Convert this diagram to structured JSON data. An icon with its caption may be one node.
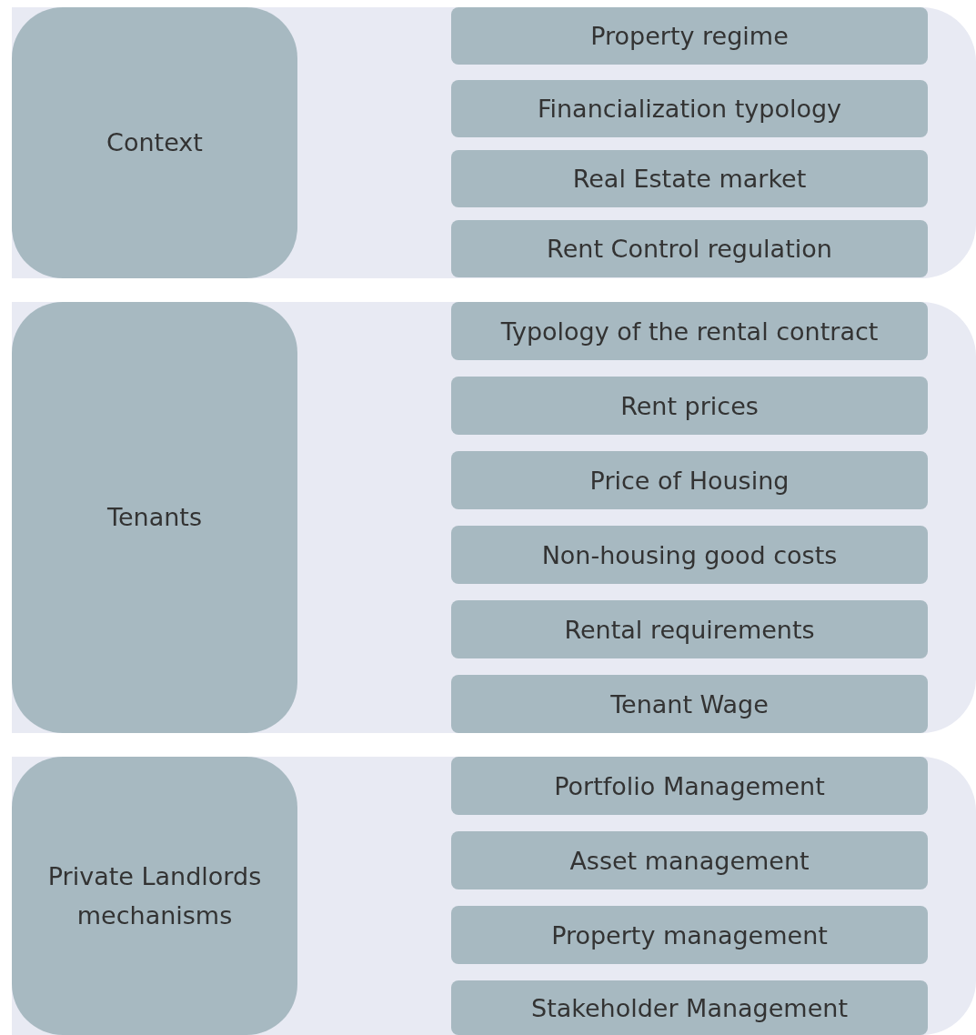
{
  "diagram": {
    "nodes": [
      {
        "text": [],
        "shape": "box"
      },
      {
        "text": [
          "Context"
        ],
        "in": 0
      },
      {
        "text": [
          "Property regime"
        ],
        "in": 0
      },
      {
        "text": [
          "Financialization typology"
        ],
        "in": 0
      },
      {
        "text": [
          "Real Estate market"
        ],
        "in": 0
      },
      {
        "text": [
          "Rent Control regulation"
        ],
        "in": 0
      },
      {
        "text": [],
        "shape": "box"
      },
      {
        "text": [
          "Tenants"
        ],
        "in": 6
      },
      {
        "text": [
          "Typology of the rental contract"
        ],
        "in": 6
      },
      {
        "text": [
          "Rent prices"
        ],
        "in": 6
      },
      {
        "text": [
          "Price of Housing"
        ],
        "in": 6
      },
      {
        "text": [
          "Non-housing good costs"
        ],
        "in": 6
      },
      {
        "text": [
          "Rental requirements"
        ],
        "in": 6
      },
      {
        "text": [
          "Tenant Wage"
        ],
        "in": 6
      },
      {
        "text": [],
        "shape": "box"
      },
      {
        "text": [
          "Private Landlords mechanisms"
        ],
        "in": 14
      },
      {
        "text": [
          "Portfolio Management"
        ],
        "in": 14
      },
      {
        "text": [
          "Asset management"
        ],
        "in": 14
      },
      {
        "text": [
          "Property management"
        ],
        "in": 14
      },
      {
        "text": [
          "Stakeholder Management"
        ],
        "in": 14
      }
    ]
  }
}
